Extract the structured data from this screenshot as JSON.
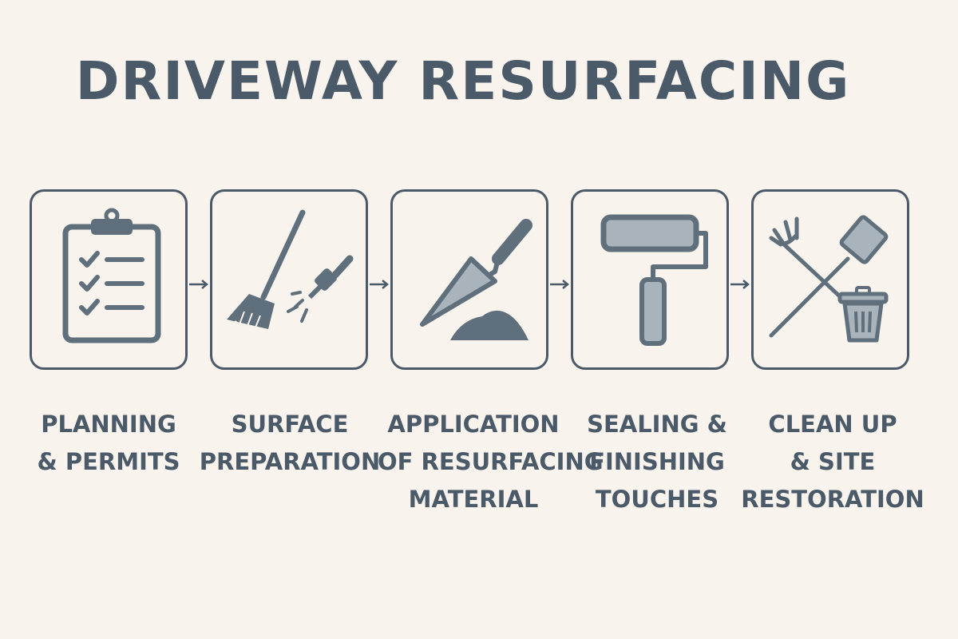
{
  "title": "DRIVEWAY RESURFACING",
  "colors": {
    "background": "#f9f3ee",
    "primary": "#4a5a68",
    "icon_fill": "#5f6f7c",
    "icon_light": "#a9b3bb"
  },
  "steps": [
    {
      "icon": "clipboard-checklist-icon",
      "label_lines": [
        "PLANNING",
        "& PERMITS"
      ]
    },
    {
      "icon": "broom-sprayer-icon",
      "label_lines": [
        "SURFACE",
        "PREPARATION"
      ]
    },
    {
      "icon": "trowel-material-icon",
      "label_lines": [
        "APPLICATION",
        "OF RESURFACING",
        "MATERIAL"
      ]
    },
    {
      "icon": "paint-roller-icon",
      "label_lines": [
        "SEALING &",
        "FINISHING",
        "TOUCHES"
      ]
    },
    {
      "icon": "rake-shovel-trash-icon",
      "label_lines": [
        "CLEAN UP",
        "& SITE",
        "RESTORATION"
      ]
    }
  ]
}
